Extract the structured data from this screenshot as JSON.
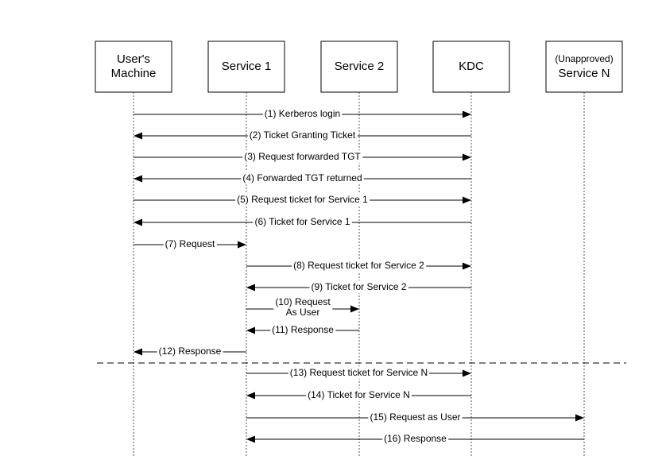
{
  "actors": [
    {
      "id": "user",
      "lines": [
        "User's",
        "Machine"
      ],
      "note": ""
    },
    {
      "id": "s1",
      "lines": [
        "Service 1"
      ],
      "note": ""
    },
    {
      "id": "s2",
      "lines": [
        "Service 2"
      ],
      "note": ""
    },
    {
      "id": "kdc",
      "lines": [
        "KDC"
      ],
      "note": ""
    },
    {
      "id": "sn",
      "lines": [
        "Service N"
      ],
      "note": "(Unapproved)"
    }
  ],
  "messages": [
    {
      "from": "user",
      "to": "kdc",
      "lines": [
        "(1) Kerberos login"
      ]
    },
    {
      "from": "kdc",
      "to": "user",
      "lines": [
        "(2) Ticket Granting Ticket"
      ]
    },
    {
      "from": "user",
      "to": "kdc",
      "lines": [
        "(3) Request forwarded TGT"
      ]
    },
    {
      "from": "kdc",
      "to": "user",
      "lines": [
        "(4) Forwarded TGT returned"
      ]
    },
    {
      "from": "user",
      "to": "kdc",
      "lines": [
        "(5) Request ticket for Service 1"
      ]
    },
    {
      "from": "kdc",
      "to": "user",
      "lines": [
        "(6) Ticket for Service 1"
      ]
    },
    {
      "from": "user",
      "to": "s1",
      "lines": [
        "(7) Request"
      ]
    },
    {
      "from": "s1",
      "to": "kdc",
      "lines": [
        "(8) Request ticket for Service 2"
      ]
    },
    {
      "from": "kdc",
      "to": "s1",
      "lines": [
        "(9) Ticket for Service 2"
      ]
    },
    {
      "from": "s1",
      "to": "s2",
      "lines": [
        "(10) Request",
        "As User"
      ]
    },
    {
      "from": "s2",
      "to": "s1",
      "lines": [
        "(11) Response"
      ]
    },
    {
      "from": "s1",
      "to": "user",
      "lines": [
        "(12) Response"
      ]
    },
    {
      "from": "s1",
      "to": "kdc",
      "lines": [
        "(13) Request ticket for Service N"
      ]
    },
    {
      "from": "kdc",
      "to": "s1",
      "lines": [
        "(14) Ticket for Service N"
      ]
    },
    {
      "from": "s1",
      "to": "sn",
      "lines": [
        "(15) Request as User"
      ]
    },
    {
      "from": "sn",
      "to": "s1",
      "lines": [
        "(16) Response"
      ]
    }
  ],
  "divider_after_message": 12
}
